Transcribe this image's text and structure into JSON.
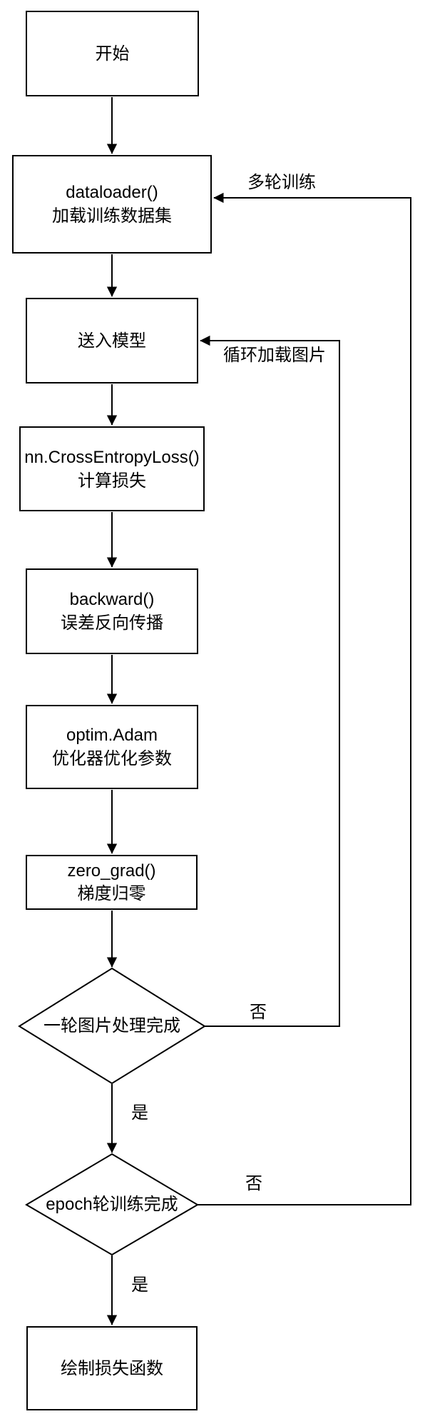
{
  "diagram": {
    "background": "#ffffff",
    "stroke_color": "#000000",
    "nodes": {
      "start": {
        "label": "开始"
      },
      "dataloader": {
        "line1": "dataloader()",
        "line2": "加载训练数据集"
      },
      "model": {
        "label": "送入模型"
      },
      "loss": {
        "line1": "nn.CrossEntropyLoss()",
        "line2": "计算损失"
      },
      "backward": {
        "line1": "backward()",
        "line2": "误差反向传播"
      },
      "optimizer": {
        "line1": "optim.Adam",
        "line2": "优化器优化参数"
      },
      "zero_grad": {
        "line1": "zero_grad()",
        "line2": "梯度归零"
      },
      "batch_done": {
        "label": "一轮图片处理完成"
      },
      "epoch_done": {
        "label": "epoch轮训练完成"
      },
      "plot_loss": {
        "label": "绘制损失函数"
      }
    },
    "edge_labels": {
      "multi_epoch": "多轮训练",
      "loop_images": "循环加载图片",
      "batch_no": "否",
      "batch_yes": "是",
      "epoch_no": "否",
      "epoch_yes": "是"
    }
  }
}
